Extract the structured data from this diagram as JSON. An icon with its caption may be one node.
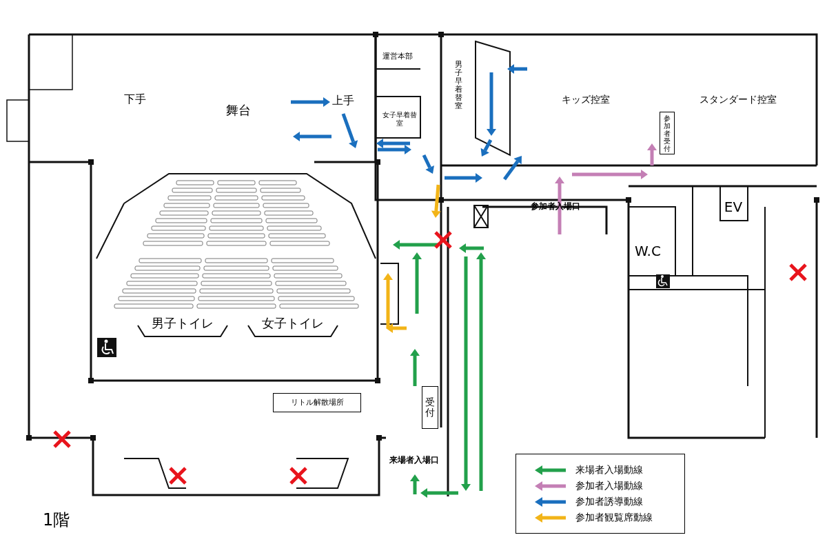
{
  "diagram": {
    "nodes": [
      {
        "text": [
          "運営本部"
        ]
      },
      {
        "text": [
          "女子早着替室"
        ]
      },
      {
        "text": [
          "男子早着替室"
        ]
      },
      {
        "text": [
          "男子トイレ"
        ]
      },
      {
        "text": [
          "女子トイレ"
        ]
      },
      {
        "text": [
          "W.C"
        ]
      },
      {
        "text": [
          "EV"
        ]
      },
      {
        "text": [
          "リトル解散場所"
        ]
      },
      {
        "text": [
          "受付"
        ]
      },
      {
        "text": [
          "参加者受付"
        ]
      }
    ],
    "labels": [
      "下手",
      "舞台",
      "上手",
      "キッズ控室",
      "スタンダード控室",
      "参加者入場口",
      "来場者入場口",
      "1階"
    ],
    "legend": [
      {
        "text": "来場者入場動線"
      },
      {
        "text": "参加者入場動線"
      },
      {
        "text": "参加者誘導動線"
      },
      {
        "text": "参加者観覧席動線"
      }
    ]
  }
}
